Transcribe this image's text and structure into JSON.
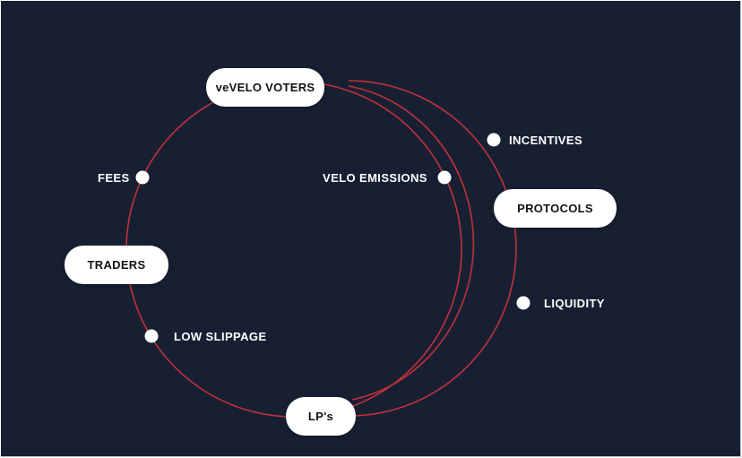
{
  "diagram": {
    "nodes": {
      "voters": "veVELO VOTERS",
      "protocols": "PROTOCOLS",
      "traders": "TRADERS",
      "lps": "LP's"
    },
    "labels": {
      "incentives": "INCENTIVES",
      "fees": "FEES",
      "velo_emissions": "VELO EMISSIONS",
      "liquidity": "LIQUIDITY",
      "low_slippage": "LOW SLIPPAGE"
    },
    "colors": {
      "background": "#172033",
      "ring": "#c2303a",
      "node_fill": "#ffffff",
      "node_text": "#111318",
      "label_text": "#ffffff"
    }
  }
}
